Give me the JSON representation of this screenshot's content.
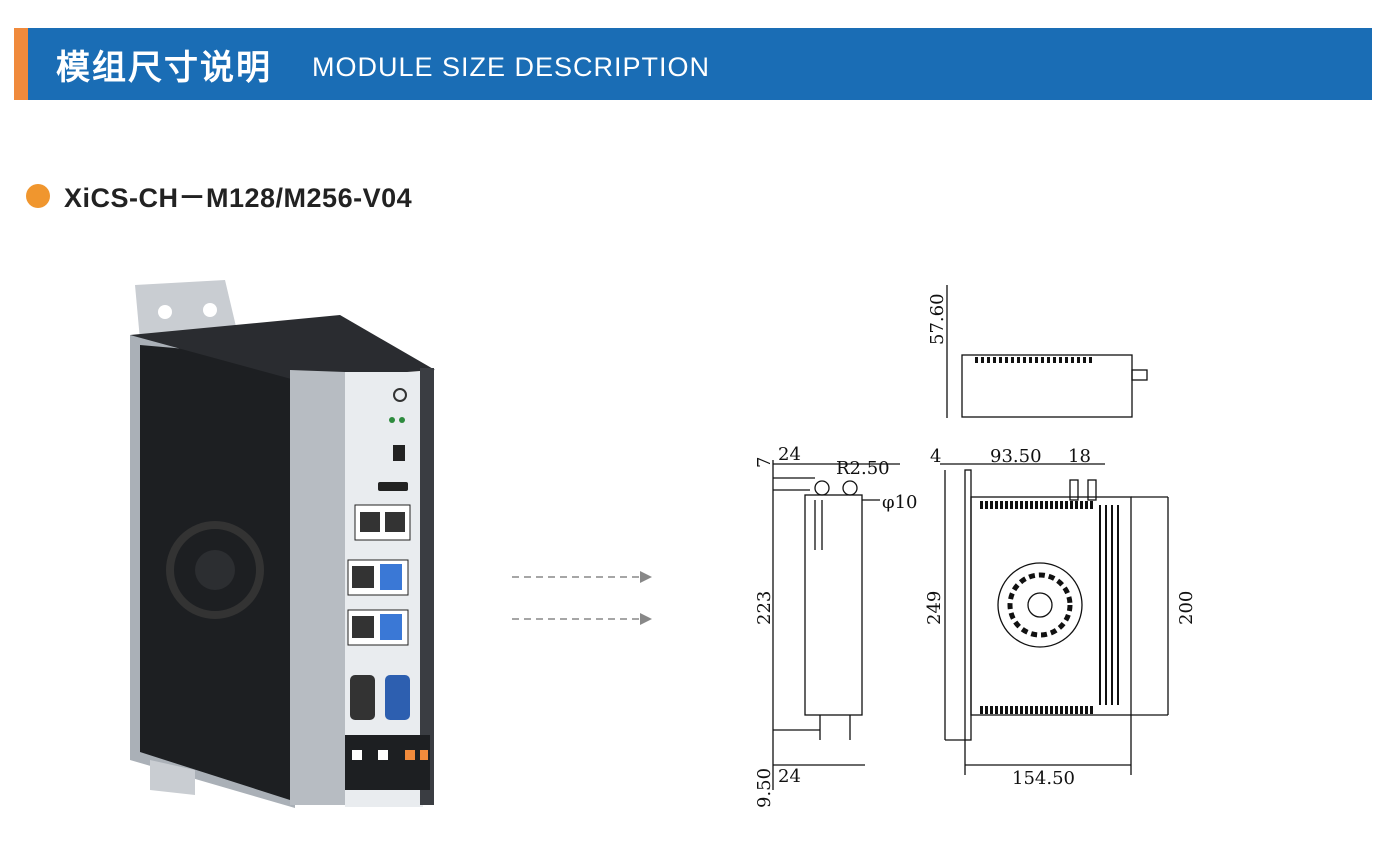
{
  "header": {
    "title_cn": "模组尺寸说明",
    "title_en": "MODULE SIZE DESCRIPTION"
  },
  "model": {
    "name": "XiCS-CH－M128/M256-V04"
  },
  "colors": {
    "header_blue": "#1a6db5",
    "accent_orange": "#f08a3c",
    "bullet": "#f0962e"
  },
  "drawing": {
    "top_height": "57.60",
    "side_top_offset": "7",
    "side_top_width": "24",
    "radius": "R2.50",
    "hole": "φ10",
    "side_height": "223",
    "side_bottom_offset": "9.50",
    "side_bottom_width": "24",
    "front_left": "4",
    "front_span": "93.50",
    "front_antenna": "18",
    "front_total_height": "249",
    "front_body_height": "200",
    "front_width": "154.50"
  }
}
